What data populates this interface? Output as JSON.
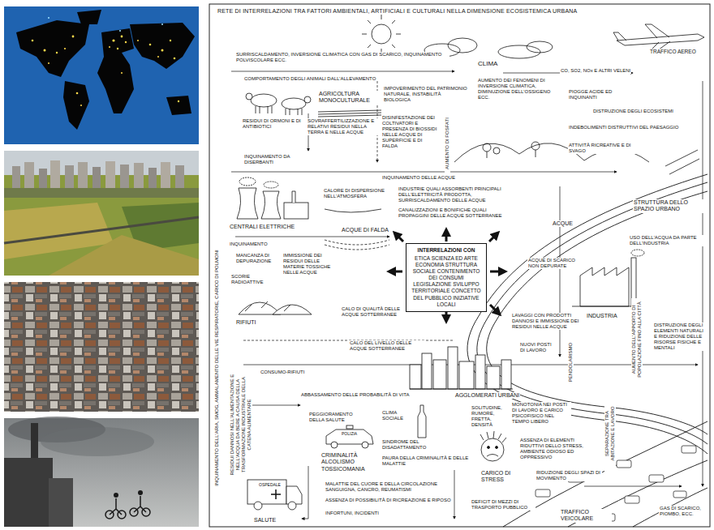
{
  "diagram": {
    "title": "RETE DI INTERRELAZIONI TRA FATTORI AMBIENTALI, ARTIFICIALI E CULTURALI NELLA DIMENSIONE ECOSISTEMICA URBANA",
    "nodes": [
      {
        "text": [
          "INTERRELAZIONI CON",
          "ETICA SCIENZA ED ARTE ECONOMIA STRUTTURA SOCIALE CONTENIMENTO DEI CONSUMI LEGISLAZIONE SVILUPPO TERRITORIALE CONCETTO DEL PUBBLICO INIZIATIVE LOCALI"
        ]
      }
    ],
    "labels": [
      "TRAFFICO AEREO",
      "CO, SO2, NOx E ALTRI VELENI",
      "CLIMA",
      "SURRISCALDAMENTO, INVERSIONE CLIMATICA CON GAS DI SCARICO, INQUINAMENTO POLVISCOLARE ECC.",
      "COMPORTAMENTO DEGLI ANIMALI DALL'ALLEVAMENTO",
      "AGRICOLTURA MONOCULTURALE",
      "IMPOVERIMENTO DEL PATRIMONIO NATURALE, INSTABILITÀ BIOLOGICA",
      "AUMENTO DEI FENOMENI DI INVERSIONE CLIMATICA, DIMINUZIONE DELL'OSSIGENO ECC.",
      "PIOGGE ACIDE ED INQUINANTI",
      "DISTRUZIONE DEGLI ECOSISTEMI",
      "INDEBOLIMENTI DISTRUTTIVI DEL PAESAGGIO",
      "ATTIVITÀ RICREATIVE E DI SVAGO",
      "RESIDUI DI ORMONI E DI ANTIBIOTICI",
      "SOVRAFFERTILIZZAZIONE E RELATIVI RESIDUI NELLA TERRA E NELLE ACQUE",
      "DISINFESTAZIONE DEI COLTIVATORI E PRESENZA DI BIOSSIDI NELLE ACQUE DI SUPERFICIE E DI FALDA",
      "AUMENTO DI FOSFATI",
      "INQUINAMENTO DA DISERBANTI",
      "INQUINAMENTO DELLE ACQUE",
      "CALORE DI DISPERSIONE NELL'ATMOSFERA",
      "INDUSTRIE QUALI ASSORBENTI PRINCIPALI DELL'ELETTRICITÀ PRODOTTA, SURRISCALDAMENTO DELLE ACQUE",
      "CENTRALI ELETTRICHE",
      "ACQUE DI FALDA",
      "CANALIZZAZIONI E BONIFICHE QUALI PROPAGGINI DELLE ACQUE SOTTERRANEE",
      "ACQUE",
      "STRUTTURA DELLO SPAZIO URBANO",
      "USO DELL'ACQUA DA PARTE DELL'INDUSTRIA",
      "INQUINAMENTO",
      "MANCANZA DI DEPURAZIONE",
      "SCORIE RADIOATTIVE",
      "IMMISSIONE DEI RESIDUI DELLE MATERIE TOSSICHE NELLE ACQUE",
      "ACQUE DI SCARICO NON DEPURATE",
      "INDUSTRIA",
      "RIFIUTI",
      "CALO DI QUALITÀ DELLE ACQUE SOTTERRANEE",
      "LAVAGGI CON PRODOTTI DANNOSI E IMMISSIONE DEI RESIDUI NELLE ACQUE",
      "CALO DEL LIVELLO DELLE ACQUE SOTTERRANEE",
      "NUOVI POSTI DI LAVORO",
      "PENDOLARISMO",
      "AUMENTO DELL'APPORTO DI POPOLAZIONE FINO ALLA CITTÀ",
      "DISTRUZIONE DEGLI ELEMENTI NATURALI E RIDUZIONE DELLE RISORSE FISICHE E MENTALI",
      "CONSUMO-RIFIUTI",
      "AGGLOMERATI URBANI",
      "ABBASSAMENTO DELLE PROBABILITÀ DI VITA",
      "INQUINAMENTO DELL'ARIA, SMOG, AMMALAMENTO DELLE VIE RESPIRATORIE, CARICO DI POLMONI",
      "RESIDUI DANNOSI NELL'ALIMENTAZIONE E NELL'ACQUA DA BERE A CAUSA DELLA TRASFORMAZIONE INDUSTRIALE DELLA CATENA ALIMENTARE",
      "PEGGIORAMENTO DELLA SALUTE",
      "CLIMA SOCIALE",
      "POLIZIA",
      "SINDROME DEL DISADATTAMENTO",
      "CRIMINALITÀ ALCOLISMO TOSSICOMANIA",
      "PAURA DELLA CRIMINALITÀ E DELLE MALATTIE",
      "SOLITUDINE, RUMORE, FRETTA, DENSITÀ",
      "MONOTONIA NEI POSTI DI LAVORO E CARICO PSICOFISICO NEL TEMPO LIBERO",
      "ASSENZA DI ELEMENTI RIDUTTIVI DELLO STRESS, AMBIENTE ODIOSO ED OPPRESSIVO",
      "SEPARAZIONE TRA ABITAZIONE E LAVORO",
      "RIDUZIONE DEGLI SPAZI DI MOVIMENTO",
      "CARICO DI STRESS",
      "OSPEDALE",
      "SALUTE",
      "MALATTIE DEL CUORE E DELLA CIRCOLAZIONE SANGUIGNA, CANCRO, REUMATISMI",
      "ASSENZA DI POSSIBILITÀ DI RICREAZIONE E RIPOSO",
      "INFORTUNI, INCIDENTI",
      "DEFICIT DI MEZZI DI TRASPORTO PUBBLICO",
      "TRAFFICO VEICOLARE",
      "GAS DI SCARICO, PIOMBO, ECC."
    ]
  }
}
